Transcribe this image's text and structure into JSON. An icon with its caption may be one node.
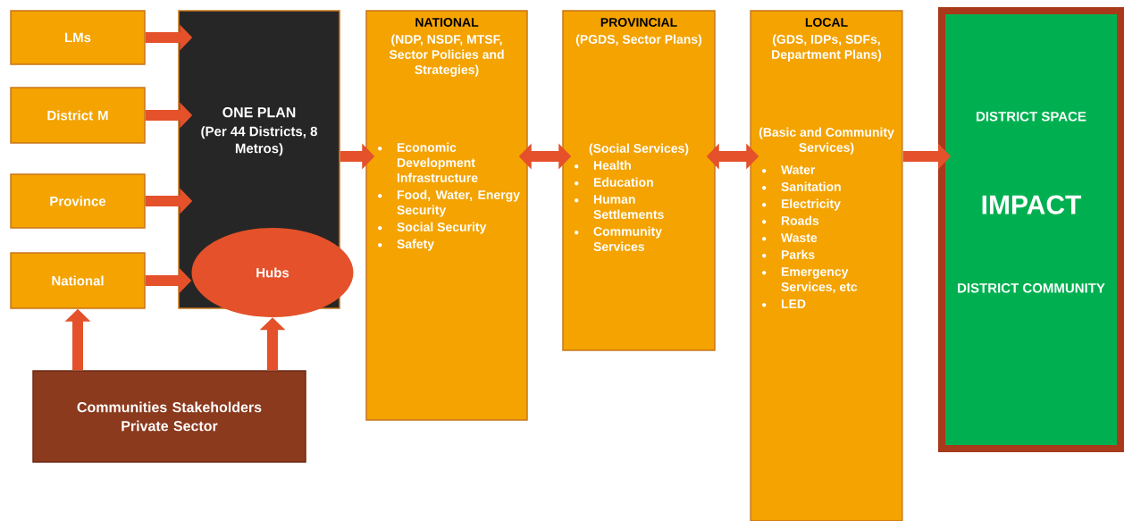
{
  "diagram": {
    "nodes": [
      {
        "text": [
          "LMs"
        ]
      },
      {
        "text": [
          "District M"
        ]
      },
      {
        "text": [
          "Province"
        ]
      },
      {
        "text": [
          "National"
        ]
      },
      {
        "text": [
          "ONE PLAN",
          "(Per 44 Districts, 8 Metros)"
        ]
      },
      {
        "text": [
          "Hubs"
        ]
      },
      {
        "text": [
          "Communities Stakeholders Private Sector"
        ]
      },
      {
        "text": [
          "NATIONAL",
          "(NDP, NSDF, MTSF, Sector Policies and Strategies)",
          "Economic Development Infrastructure",
          "Food, Water, Energy Security",
          "Social Security",
          "Safety"
        ]
      },
      {
        "text": [
          "PROVINCIAL",
          "(PGDS, Sector Plans)",
          "(Social Services)",
          "Health",
          "Education",
          "Human Settlements",
          "Community Services"
        ]
      },
      {
        "text": [
          "LOCAL",
          "(GDS, IDPs, SDFs, Department Plans)",
          "(Basic and Community Services)",
          "Water",
          "Sanitation",
          "Electricity",
          "Roads",
          "Waste",
          "Parks",
          "Emergency Services, etc",
          "LED"
        ]
      },
      {
        "text": [
          "DISTRICT SPACE",
          "IMPACT",
          "DISTRICT COMMUNITY"
        ]
      }
    ],
    "edges": [
      {
        "from": 0,
        "to": 4,
        "arrow": "to"
      },
      {
        "from": 1,
        "to": 4,
        "arrow": "to"
      },
      {
        "from": 2,
        "to": 4,
        "arrow": "to"
      },
      {
        "from": 3,
        "to": 5,
        "arrow": "to"
      },
      {
        "from": 6,
        "to": 3,
        "arrow": "to"
      },
      {
        "from": 6,
        "to": 5,
        "arrow": "to"
      },
      {
        "from": 4,
        "to": 7,
        "arrow": "to"
      },
      {
        "from": 7,
        "to": 8,
        "arrow": "both"
      },
      {
        "from": 8,
        "to": 9,
        "arrow": "both"
      },
      {
        "from": 9,
        "to": 10,
        "arrow": "to"
      }
    ]
  }
}
